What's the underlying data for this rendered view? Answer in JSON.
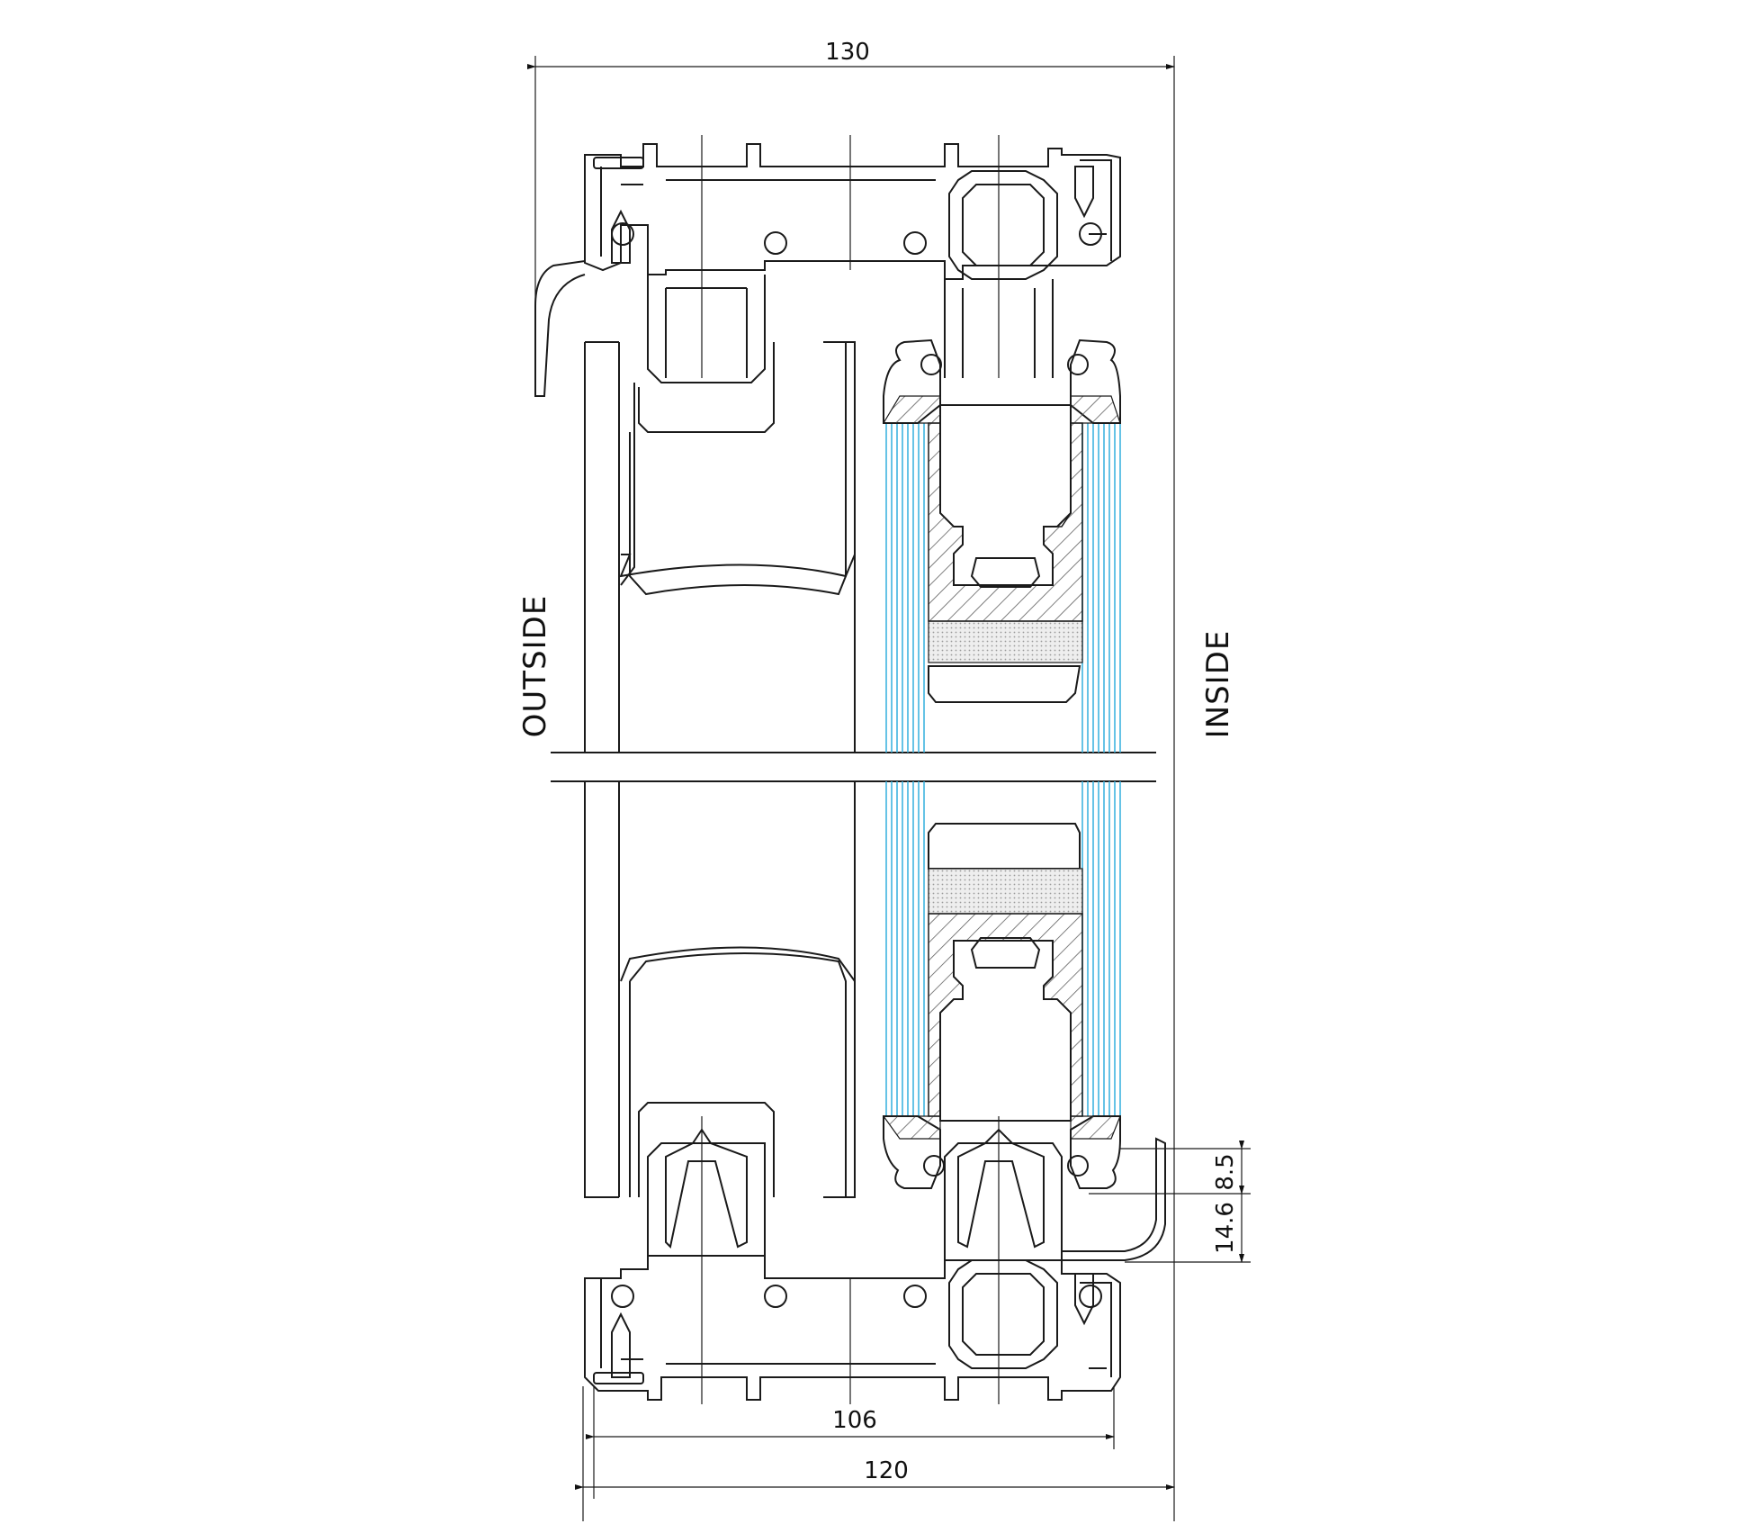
{
  "labels": {
    "outside": "OUTSIDE",
    "inside": "INSIDE"
  },
  "dimensions": {
    "overall_top": "130",
    "inner_bottom": "106",
    "overall_bottom": "120",
    "small_right_upper": "8.5",
    "small_right_lower": "14.6"
  },
  "colors": {
    "glass": "#3fb4e0",
    "hatch": "#555555",
    "line": "#1a1a1a"
  }
}
